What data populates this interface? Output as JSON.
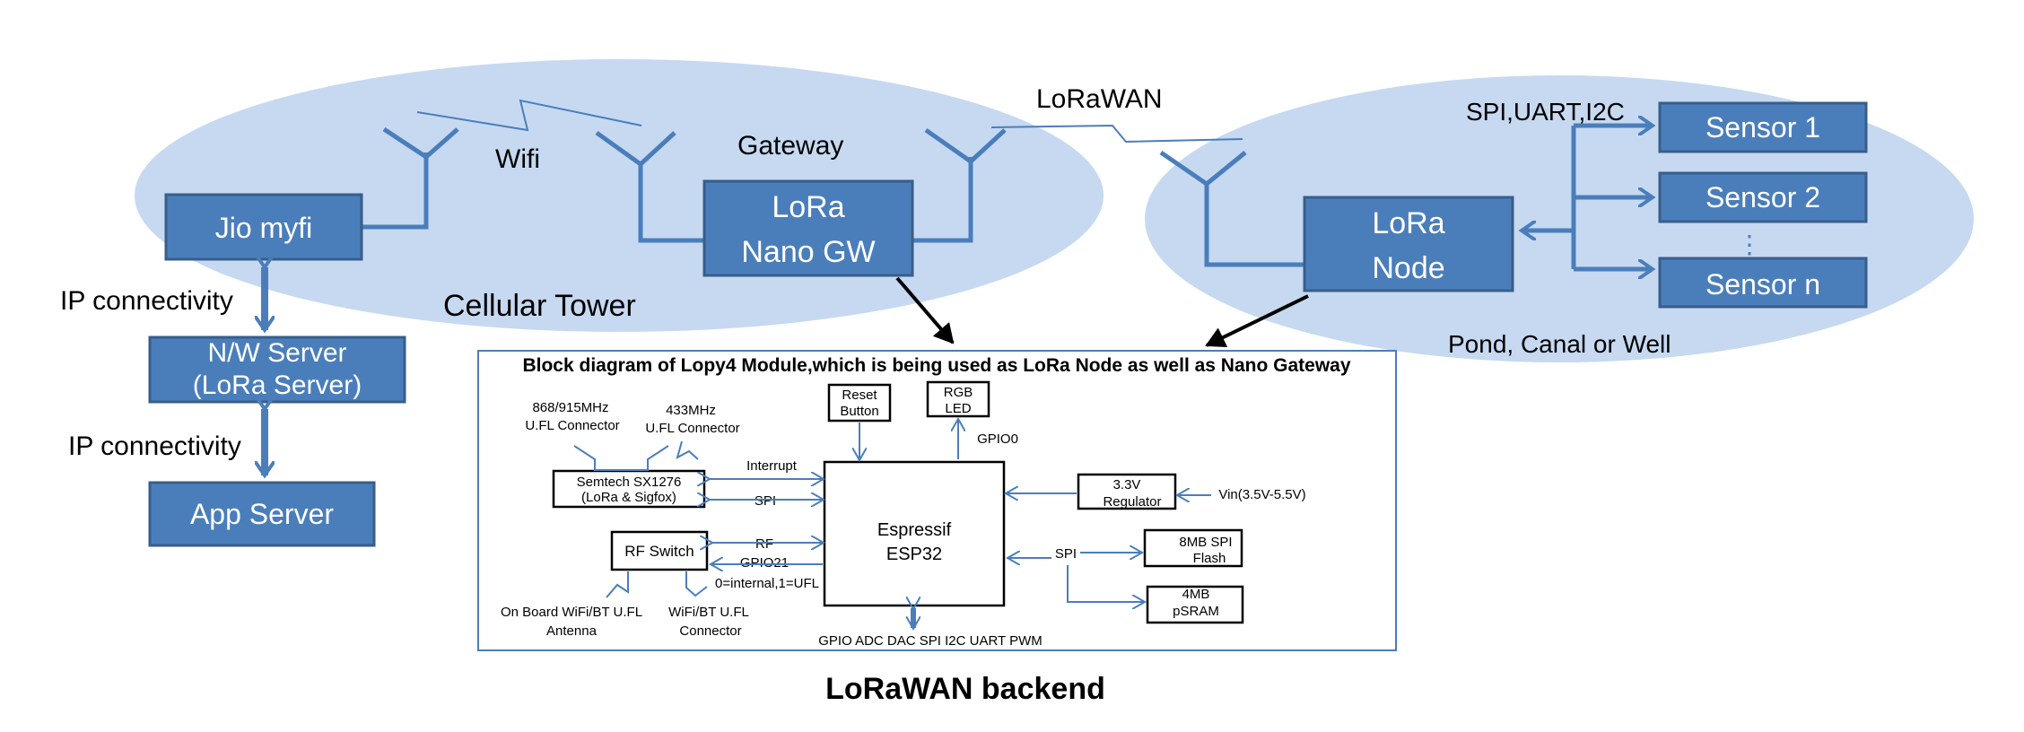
{
  "nodes": {
    "jio_myfi": "Jio myfi",
    "nw_server_line1": "N/W Server",
    "nw_server_line2": "(LoRa Server)",
    "app_server": "App Server",
    "nano_gw_line1": "LoRa",
    "nano_gw_line2": "Nano GW",
    "lora_node_line1": "LoRa",
    "lora_node_line2": "Node",
    "sensor_1": "Sensor 1",
    "sensor_2": "Sensor 2",
    "sensor_n": "Sensor n",
    "sensor_dots": "⋮"
  },
  "labels": {
    "wifi": "Wifi",
    "gateway": "Gateway",
    "lorawan": "LoRaWAN",
    "spi_uart_i2c": "SPI,UART,I2C",
    "ip_connectivity_1": "IP connectivity",
    "ip_connectivity_2": "IP connectivity",
    "cellular_tower": "Cellular Tower",
    "pond_canal_well": "Pond, Canal or Well",
    "footer_title": "LoRaWAN backend"
  },
  "block_diagram": {
    "title": "Block diagram of Lopy4 Module,which is being used as LoRa Node as well as Nano Gateway",
    "ant_868_line1": "868/915MHz",
    "ant_868_line2": "U.FL Connector",
    "ant_433_line1": "433MHz",
    "ant_433_line2": "U.FL Connector",
    "semtech_line1": "Semtech SX1276",
    "semtech_line2": "(LoRa & Sigfox)",
    "interrupt": "Interrupt",
    "spi_left": "SPI",
    "rf_switch": "RF Switch",
    "rf": "RF",
    "gpio21": "GPIO21",
    "ant_select": "0=internal,1=UFL",
    "onboard_line1": "On Board WiFi/BT U.FL",
    "onboard_line2": "Antenna",
    "wifibt_line1": "WiFi/BT U.FL",
    "wifibt_line2": "Connector",
    "reset_line1": "Reset",
    "reset_line2": "Button",
    "rgb_line1": "RGB",
    "rgb_line2": "LED",
    "gpio0": "GPIO0",
    "esp_line1": "Espressif",
    "esp_line2": "ESP32",
    "reg_line1": "3.3V",
    "reg_line2": "Regulator",
    "vin": "Vin(3.5V-5.5V)",
    "spi_right": "SPI",
    "flash_line1": "8MB SPI",
    "flash_line2": "Flash",
    "psram_line1": "4MB",
    "psram_line2": "pSRAM",
    "io_bus": "GPIO  ADC  DAC  SPI  I2C  UART  PWM"
  },
  "colors": {
    "ellipse_fill": "#c6d9f1",
    "box_fill": "#4a7ebb",
    "box_stroke": "#385d8a",
    "connector": "#4a7ebb",
    "frame": "#4a7ebb"
  }
}
